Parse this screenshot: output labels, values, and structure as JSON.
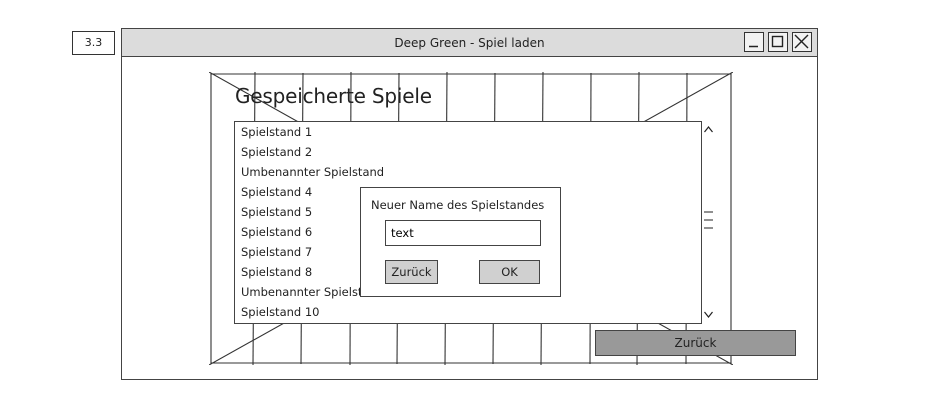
{
  "version_label": "3.3",
  "window": {
    "title": "Deep Green - Spiel laden",
    "controls": {
      "minimize_icon": "minimize-icon",
      "maximize_icon": "maximize-icon",
      "close_icon": "close-icon"
    }
  },
  "main": {
    "heading": "Gespeicherte Spiele",
    "saves": [
      "Spielstand 1",
      "Spielstand 2",
      "Umbenannter Spielstand",
      "Spielstand 4",
      "Spielstand 5",
      "Spielstand 6",
      "Spielstand 7",
      "Spielstand 8",
      "Umbenannter Spielstand",
      "Spielstand 10"
    ],
    "back_label": "Zurück"
  },
  "rename_dialog": {
    "label": "Neuer Name des Spielstandes",
    "input_value": "text",
    "back_label": "Zurück",
    "ok_label": "OK"
  },
  "colors": {
    "titlebar": "#dcdcdc",
    "dialog_button": "#d0d0d0",
    "back_button": "#999999"
  }
}
